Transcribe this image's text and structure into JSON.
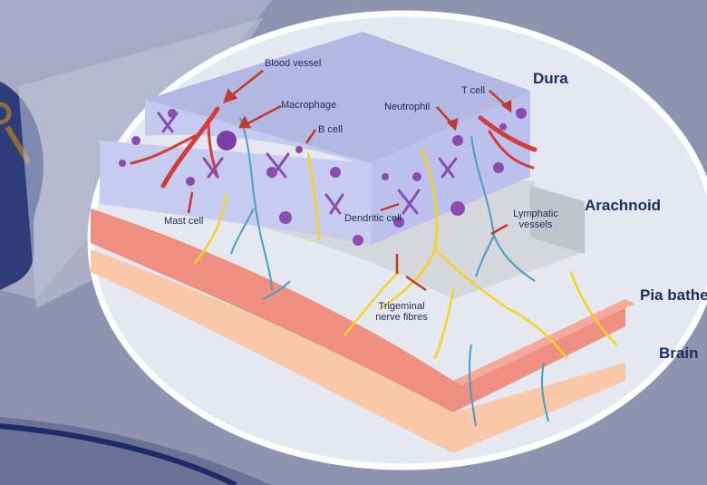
{
  "layers": {
    "dura": "Dura",
    "arachnoid": "Arachnoid",
    "pia": "Pia bathe",
    "brain": "Brain"
  },
  "labels": {
    "blood_vessel": "Blood vessel",
    "macrophage": "Macrophage",
    "b_cell": "B cell",
    "neutrophil": "Neutrophil",
    "t_cell": "T cell",
    "mast_cell": "Mast cell",
    "dendritic_cell": "Dendritic cell",
    "lymphatic_line1": "Lymphatic",
    "lymphatic_line2": "vessels",
    "trigeminal_line1": "Trigeminal",
    "trigeminal_line2": "nerve fibres"
  },
  "colors": {
    "background": "#8a8fad",
    "lens_fill": "#e4e6ef",
    "dura_top": "#b6bbe3",
    "dura_side": "#c9cdf0",
    "arachnoid": "#d4d6dc",
    "pia": "#f08f80",
    "brain": "#f9c7a6",
    "arrow": "#c0392b",
    "nerve": "#f2d21f",
    "lymph": "#4aa0c0",
    "vessel": "#d63a3a",
    "cell": "#8a4bb0"
  }
}
